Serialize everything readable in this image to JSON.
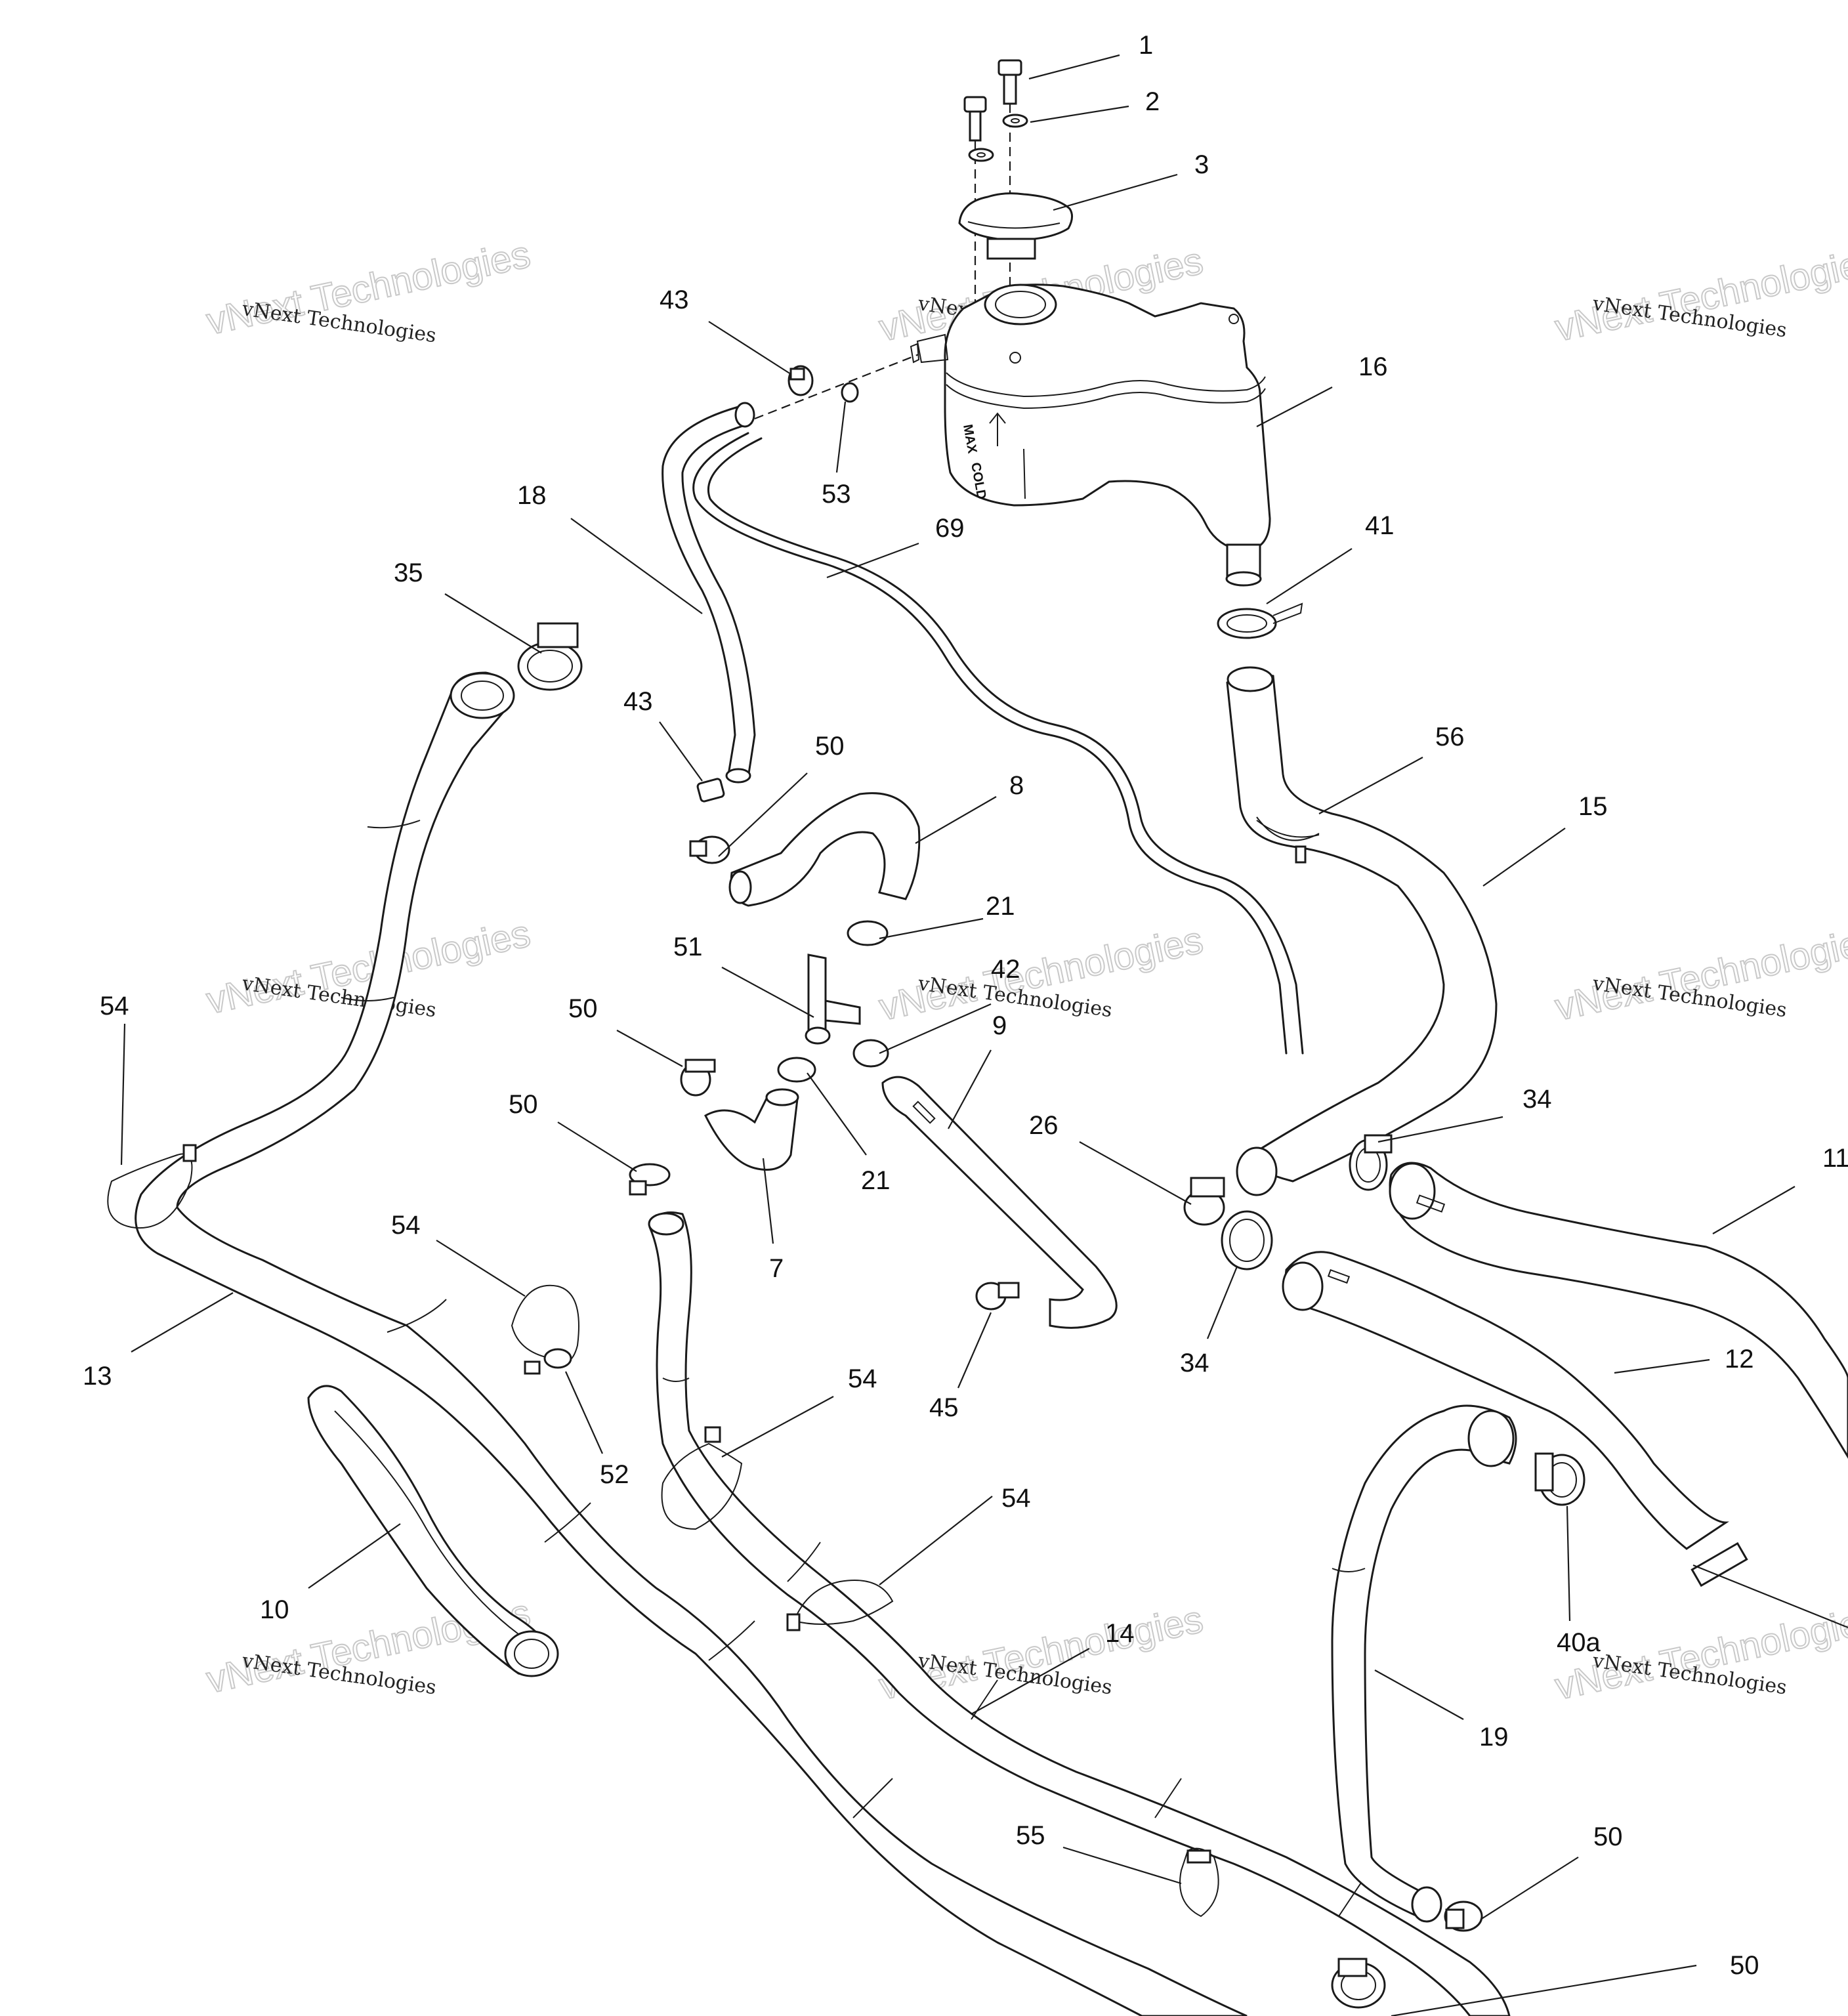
{
  "callouts": [
    "1",
    "2",
    "3",
    "16",
    "43",
    "53",
    "18",
    "69",
    "41",
    "35",
    "43",
    "50",
    "8",
    "56",
    "15",
    "21",
    "51",
    "42",
    "9",
    "50",
    "21",
    "54",
    "50",
    "26",
    "34",
    "11",
    "7",
    "34",
    "12",
    "54",
    "52",
    "45",
    "54",
    "13",
    "10",
    "54",
    "14",
    "40a",
    "19",
    "55",
    "50",
    "50"
  ],
  "watermark": {
    "line1": "vNext Technologies",
    "outline": "vNext Technologies"
  },
  "tank_markings": {
    "max": "MAX",
    "cold": "COLD"
  },
  "icons": [
    "bolt-icon",
    "washer-icon",
    "cap-icon",
    "reservoir-tank-icon",
    "hose-clamp-icon",
    "t-connector-icon",
    "spring-clamp-icon"
  ]
}
